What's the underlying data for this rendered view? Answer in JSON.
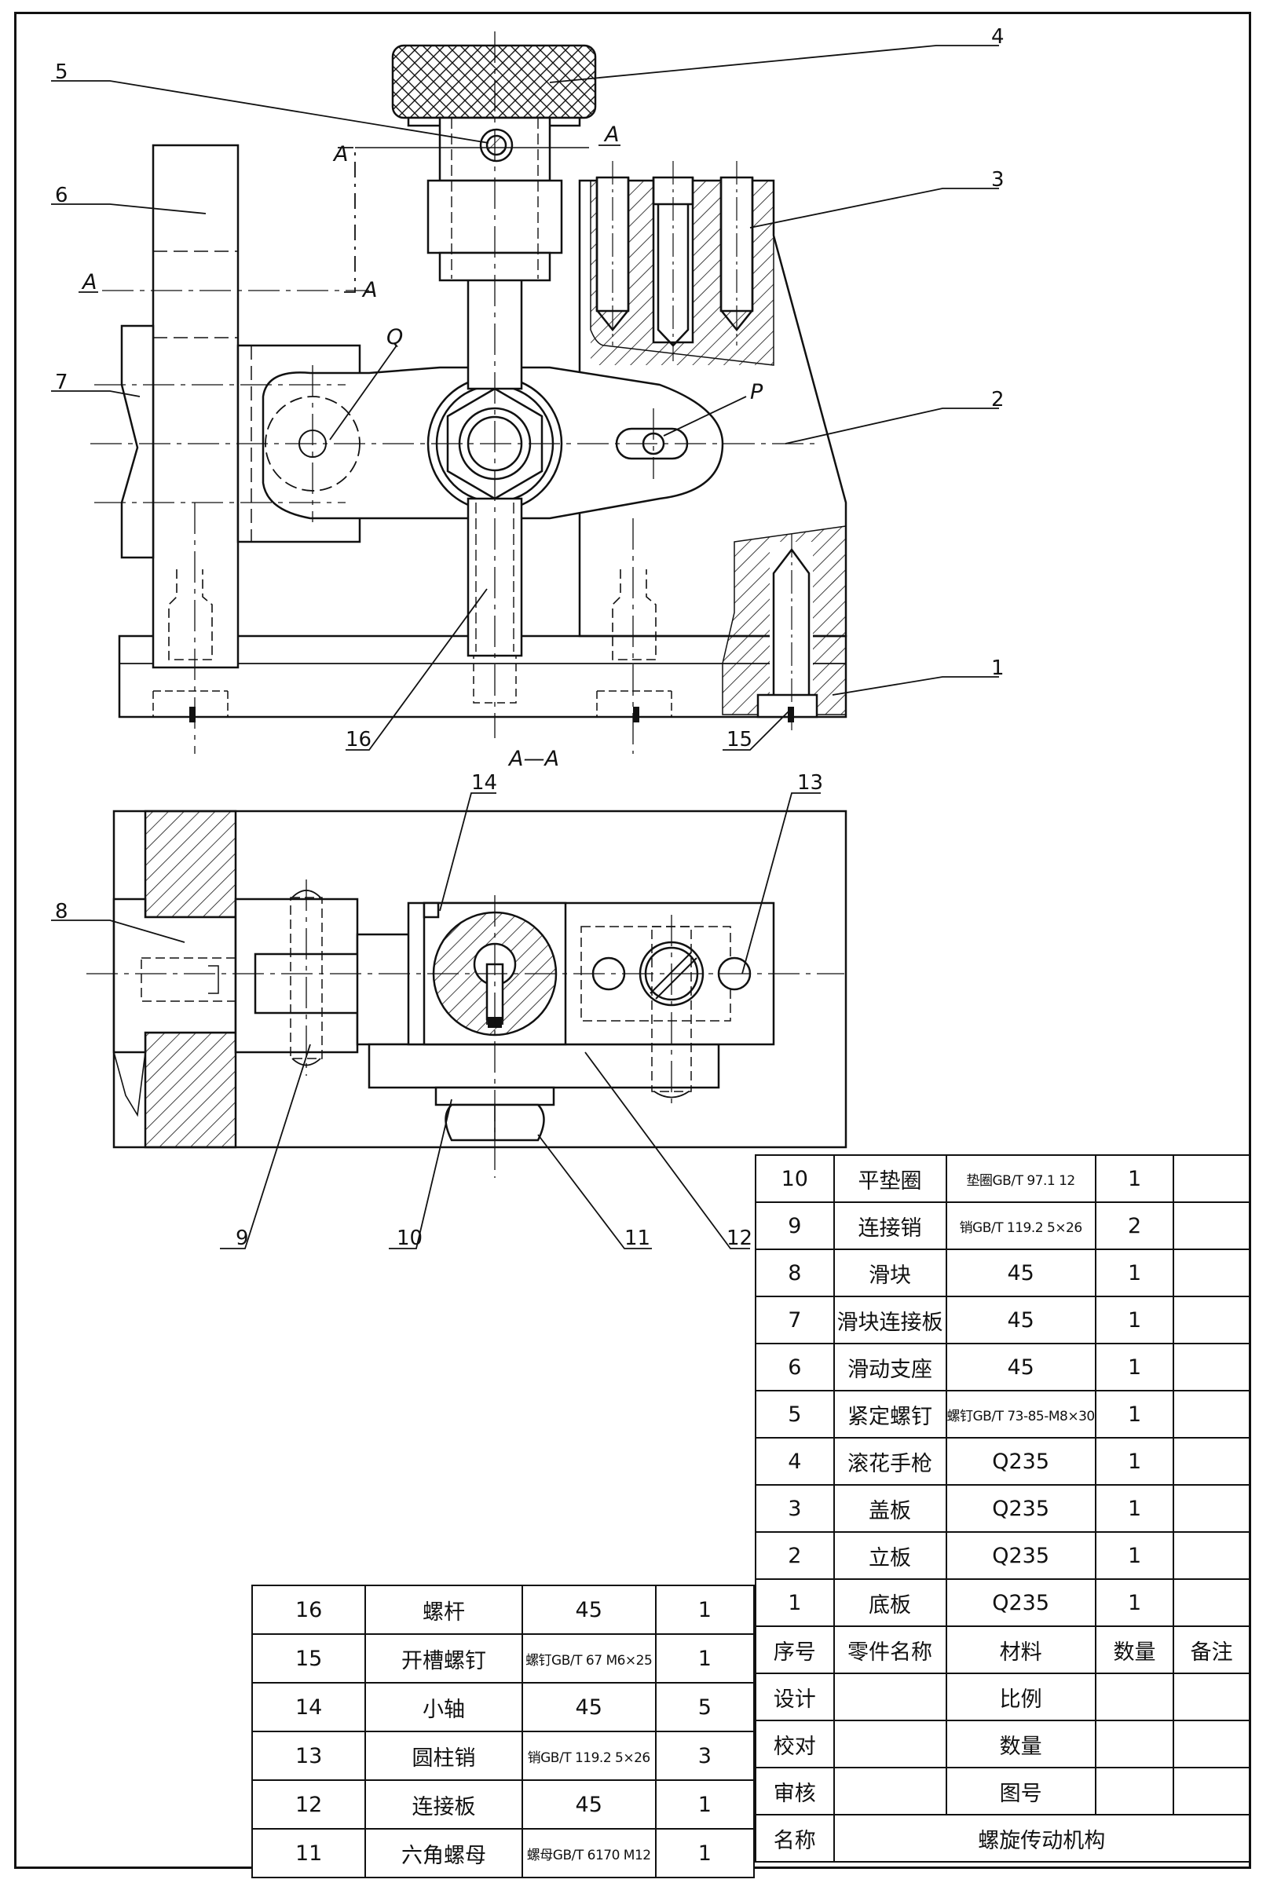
{
  "callouts": {
    "c1": "1",
    "c2": "2",
    "c3": "3",
    "c4": "4",
    "c5": "5",
    "c6": "6",
    "c7": "7",
    "c8": "8",
    "c9": "9",
    "c10": "10",
    "c11": "11",
    "c12": "12",
    "c13": "13",
    "c14": "14",
    "c15": "15",
    "c16": "16"
  },
  "section_labels": {
    "a_mark": "A",
    "section_title": "A—A",
    "p_label": "P",
    "q_label": "Q"
  },
  "parts_upper": [
    {
      "no": "10",
      "name": "平垫圈",
      "material": "垫圈GB/T 97.1 12",
      "qty": "1",
      "note": ""
    },
    {
      "no": "9",
      "name": "连接销",
      "material": "销GB/T 119.2 5×26",
      "qty": "2",
      "note": ""
    },
    {
      "no": "8",
      "name": "滑块",
      "material": "45",
      "qty": "1",
      "note": ""
    },
    {
      "no": "7",
      "name": "滑块连接板",
      "material": "45",
      "qty": "1",
      "note": ""
    },
    {
      "no": "6",
      "name": "滑动支座",
      "material": "45",
      "qty": "1",
      "note": ""
    },
    {
      "no": "5",
      "name": "紧定螺钉",
      "material": "螺钉GB/T 73-85-M8×30",
      "qty": "1",
      "note": ""
    },
    {
      "no": "4",
      "name": "滚花手枪",
      "material": "Q235",
      "qty": "1",
      "note": ""
    },
    {
      "no": "3",
      "name": "盖板",
      "material": "Q235",
      "qty": "1",
      "note": ""
    },
    {
      "no": "2",
      "name": "立板",
      "material": "Q235",
      "qty": "1",
      "note": ""
    },
    {
      "no": "1",
      "name": "底板",
      "material": "Q235",
      "qty": "1",
      "note": ""
    }
  ],
  "header": {
    "no": "序号",
    "name": "零件名称",
    "material": "材料",
    "qty": "数量",
    "note": "备注"
  },
  "parts_lower": [
    {
      "no": "16",
      "name": "螺杆",
      "material": "45",
      "qty": "1"
    },
    {
      "no": "15",
      "name": "开槽螺钉",
      "material": "螺钉GB/T 67 M6×25",
      "qty": "1"
    },
    {
      "no": "14",
      "name": "小轴",
      "material": "45",
      "qty": "5"
    },
    {
      "no": "13",
      "name": "圆柱销",
      "material": "销GB/T 119.2 5×26",
      "qty": "3"
    },
    {
      "no": "12",
      "name": "连接板",
      "material": "45",
      "qty": "1"
    },
    {
      "no": "11",
      "name": "六角螺母",
      "material": "螺母GB/T 6170 M12",
      "qty": "1"
    }
  ],
  "title_block": {
    "design": "设计",
    "scale": "比例",
    "check": "校对",
    "quantity": "数量",
    "review": "审核",
    "drawing_no": "图号",
    "name_label": "名称",
    "name_value": "螺旋传动机构"
  }
}
